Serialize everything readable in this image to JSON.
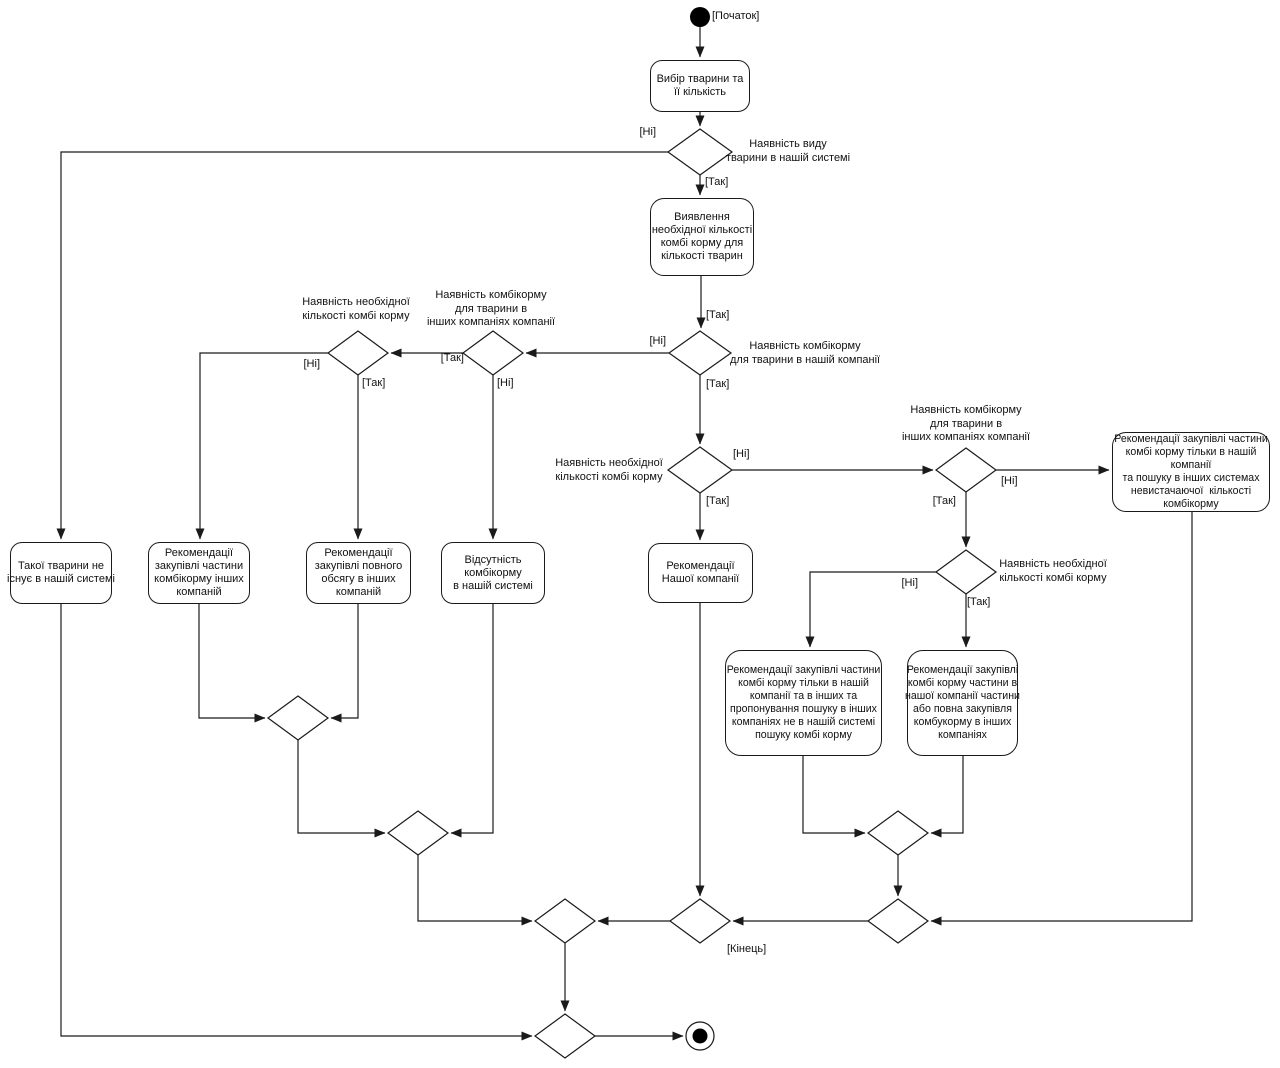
{
  "edge_labels": {
    "start": "[Початок]",
    "end": "[Кінець]",
    "yes": "[Так]",
    "no": "[Ні]"
  },
  "actions": {
    "choose_animal": "Вибір тварини та\nїї кількість",
    "detect_needed_quantity": "Виявлення\nнеобхідної кількості\nкомбі корму для\nкількості тварин",
    "animal_not_exists": "Такої тварини не\nіснує в нашій системі",
    "buy_part_from_other_companies": "Рекомендації\nзакупівлі частини\nкомбікорму інших\nкомпаній",
    "buy_full_from_other_companies": "Рекомендації\nзакупівлі повного\nобсягу в інших\nкомпаній",
    "feed_absent_in_system": "Відсутність\nкомбікорму\nв нашій системі",
    "our_company_recommendations": "Рекомендації\nНашої компанії",
    "buy_part_ours_search_other_systems": "Рекомендації закупівлі частини\nкомбі корму тільки в нашій\nкомпанії\nта пошуку в інших системах\nневистачаючої  кількості\nкомбікорму",
    "buy_part_ours_and_others_propose_search": "Рекомендації закупівлі частини\nкомбі корму тільки в нашій\nкомпанії та в інших та\nпропонування пошуку в інших\nкомпаніях не в нашій системі\nпошуку комбі корму",
    "buy_part_ours_or_full_others": "Рекомендації закупівлі\nкомбі корму частини в\nнашої компанії частини\nабо повна закупівля\nкомбукорму в інших\nкомпаніях"
  },
  "decisions": {
    "animal_kind_in_system": "Наявність виду\nтварини в нашій системі",
    "feed_in_our_company": "Наявність комбікорму\nдля тварини в нашій компанії",
    "feed_in_other_companies_left": "Наявність комбікорму\nдля тварини в\nінших компаніях компанії",
    "needed_quantity_left": "Наявність необхідної\nкількості комбі корму",
    "needed_quantity_center": "Наявність необхідної\nкількості комбі корму",
    "feed_in_other_companies_right": "Наявність комбікорму\nдля тварини в\nінших компаніях компанії",
    "needed_quantity_right": "Наявність необхідної\nкількості комбі корму"
  }
}
